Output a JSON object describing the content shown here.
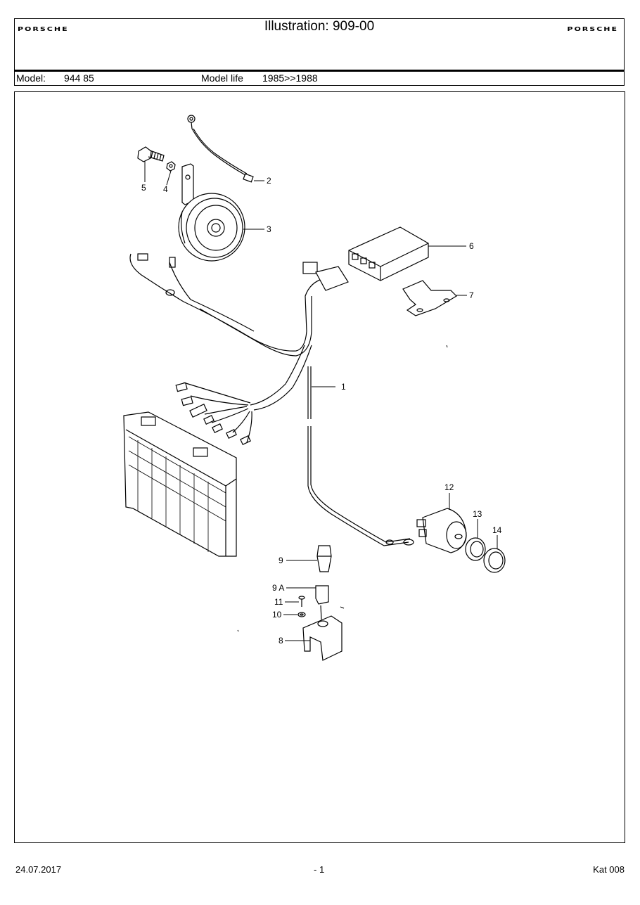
{
  "header": {
    "logo_left": "PORSCHE",
    "title": "Illustration: 909-00",
    "logo_right": "PORSCHE",
    "model_label": "Model:",
    "model_value": "944 85",
    "model_life_label": "Model life",
    "model_life_value": "1985>>1988"
  },
  "diagram": {
    "callouts": [
      "1",
      "2",
      "3",
      "4",
      "5",
      "6",
      "7",
      "8",
      "9",
      "9 A",
      "10",
      "11",
      "12",
      "13",
      "14"
    ]
  },
  "footer": {
    "date": "24.07.2017",
    "page": "- 1",
    "catalog": "Kat 008"
  }
}
